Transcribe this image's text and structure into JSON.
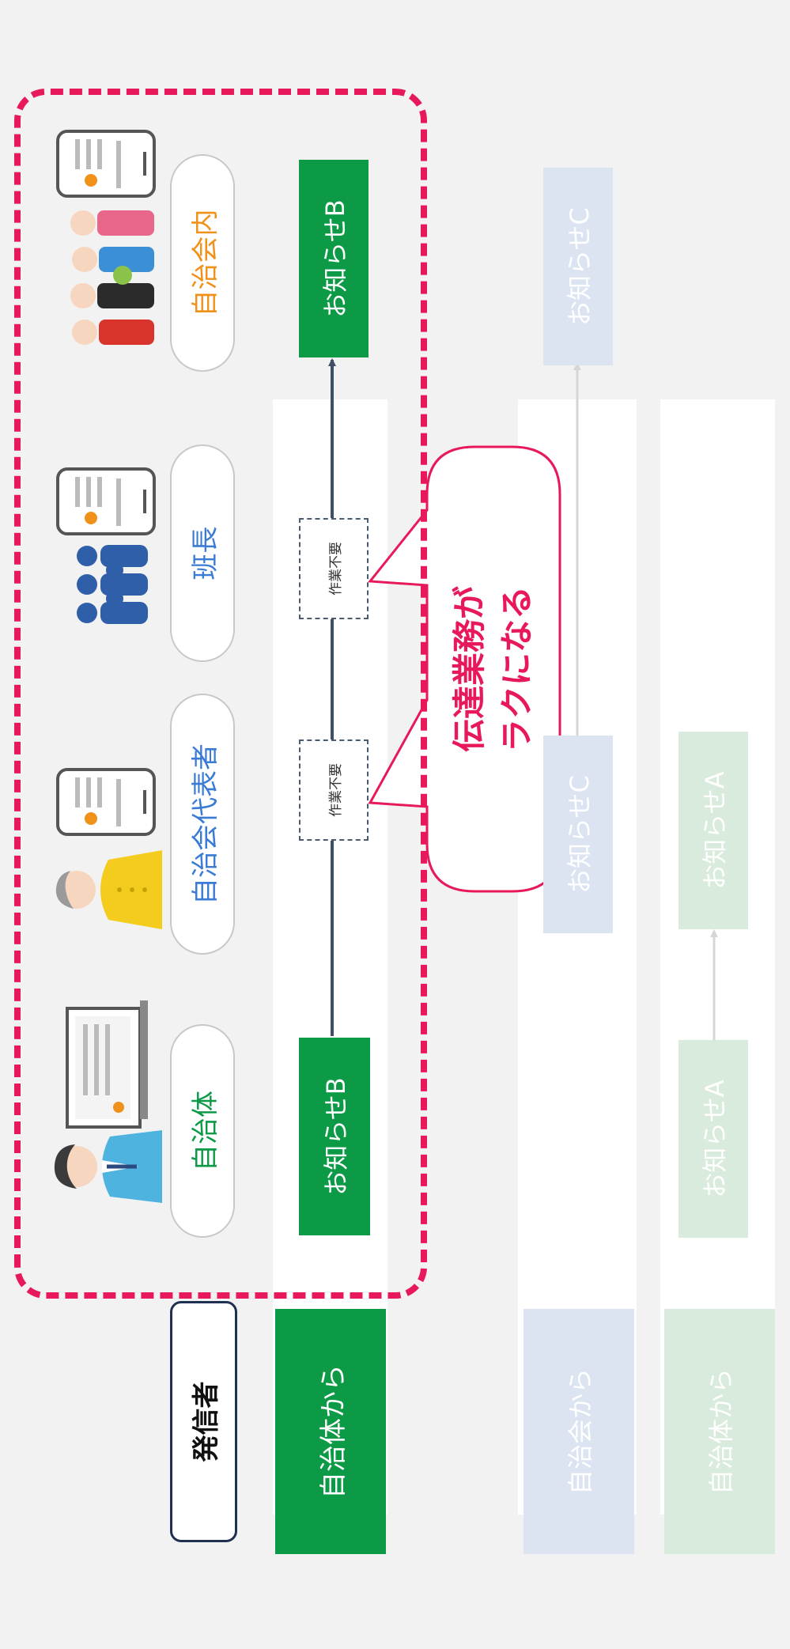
{
  "sender": {
    "label": "発信者",
    "from_municipality": "自治体から"
  },
  "actors": [
    {
      "label": "自治体",
      "icon": "municipal-staff-icon"
    },
    {
      "label": "自治会代表者",
      "icon": "association-rep-icon"
    },
    {
      "label": "班長",
      "icon": "group-leader-icon"
    },
    {
      "label": "自治会内",
      "icon": "residents-icon"
    }
  ],
  "flow": {
    "start": "お知らせB",
    "end": "お知らせB",
    "step1": "作業不要",
    "step2": "作業不要"
  },
  "callout": {
    "line1": "伝達業務が",
    "line2": "ラクになる"
  },
  "faded": {
    "c_sender": "自治会から",
    "c_start": "お知らせC",
    "c_end": "お知らせC",
    "a_sender": "自治体から",
    "a_start": "お知らせA",
    "a_end": "お知らせA"
  },
  "colors": {
    "accent_pink": "#e8195a",
    "green": "#0c9a46",
    "blue": "#3a7bd5",
    "orange": "#f0911a",
    "navy": "#1f3050"
  }
}
